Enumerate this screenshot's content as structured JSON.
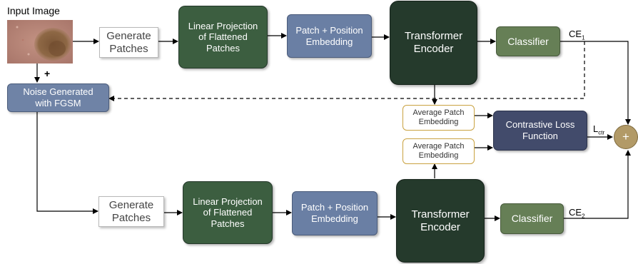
{
  "input_image": {
    "title": "Input Image",
    "plus": "+"
  },
  "top": {
    "generate": [
      "Generate",
      "Patches"
    ],
    "linear": [
      "Linear Projection",
      "of Flattened",
      "Patches"
    ],
    "embed": [
      "Patch + Position",
      "Embedding"
    ],
    "transformer": [
      "Transformer",
      "Encoder"
    ],
    "classifier": "Classifier",
    "loss": {
      "main": "CE",
      "sub": "1"
    }
  },
  "noise": [
    "Noise Generated",
    "with FGSM"
  ],
  "middle": {
    "avg_top": [
      "Average Patch",
      "Embedding"
    ],
    "avg_bottom": [
      "Average Patch",
      "Embedding"
    ],
    "contrastive": [
      "Contrastive Loss",
      "Function"
    ],
    "loss": {
      "main": "L",
      "sub": "ctr"
    },
    "sum": "+"
  },
  "bottom": {
    "generate": [
      "Generate",
      "Patches"
    ],
    "linear": [
      "Linear Projection",
      "of Flattened",
      "Patches"
    ],
    "embed": [
      "Patch + Position",
      "Embedding"
    ],
    "transformer": [
      "Transformer",
      "Encoder"
    ],
    "classifier": "Classifier",
    "loss": {
      "main": "CE",
      "sub": "2"
    }
  },
  "colors": {
    "generate": "#ffffff",
    "linear_projection": "#3c5e40",
    "embedding": "#6a7fa4",
    "transformer": "#253a2c",
    "classifier": "#667f56",
    "contrastive": "#424b6b",
    "noise": "#6f83a6",
    "sum_node": "#b29a67",
    "average_border": "#c9a240"
  }
}
